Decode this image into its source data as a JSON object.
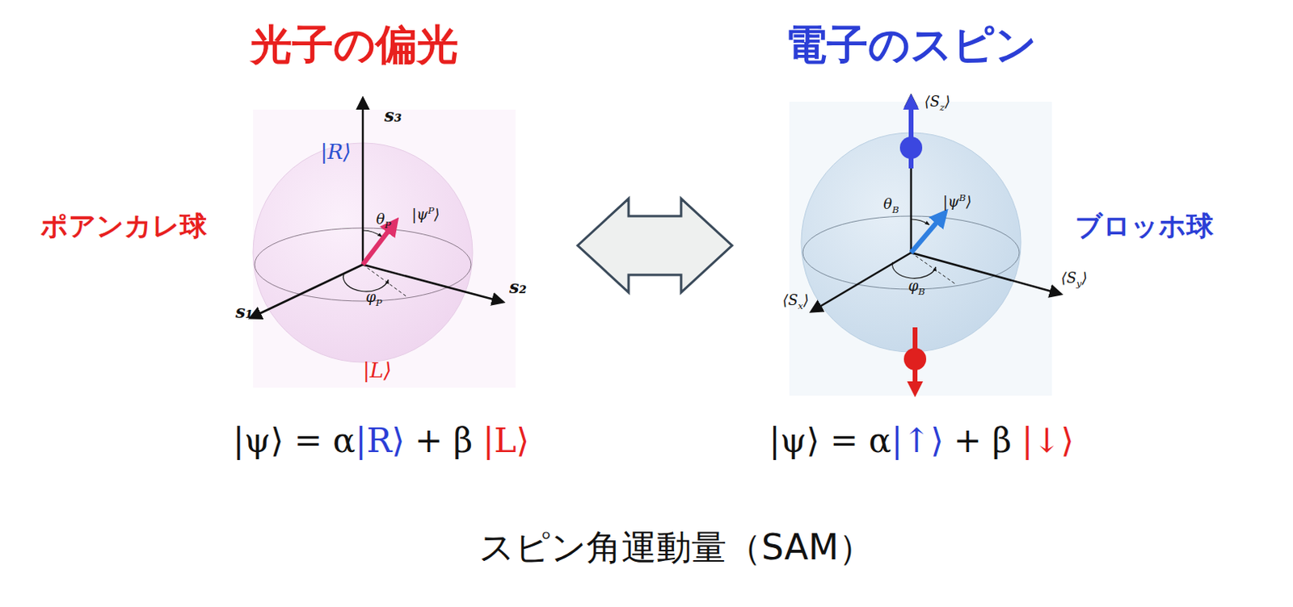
{
  "diagram": {
    "caption": "スピン角運動量（SAM）",
    "labels": [
      "光子の偏光",
      "電子のスピン",
      "ポアンカレ球",
      "ブロッホ球",
      "s₃",
      "|R⟩",
      "|ψP⟩",
      "θP",
      "φP",
      "s₁",
      "s₂",
      "|L⟩",
      "⟨Sz⟩",
      "|ψB⟩",
      "θB",
      "φB",
      "⟨Sx⟩",
      "⟨Sy⟩",
      "|ψ⟩ = α",
      "|R⟩",
      "+ β",
      "|L⟩",
      "|ψ⟩ = α",
      "|↑⟩",
      "+ β",
      "|↓⟩"
    ]
  }
}
